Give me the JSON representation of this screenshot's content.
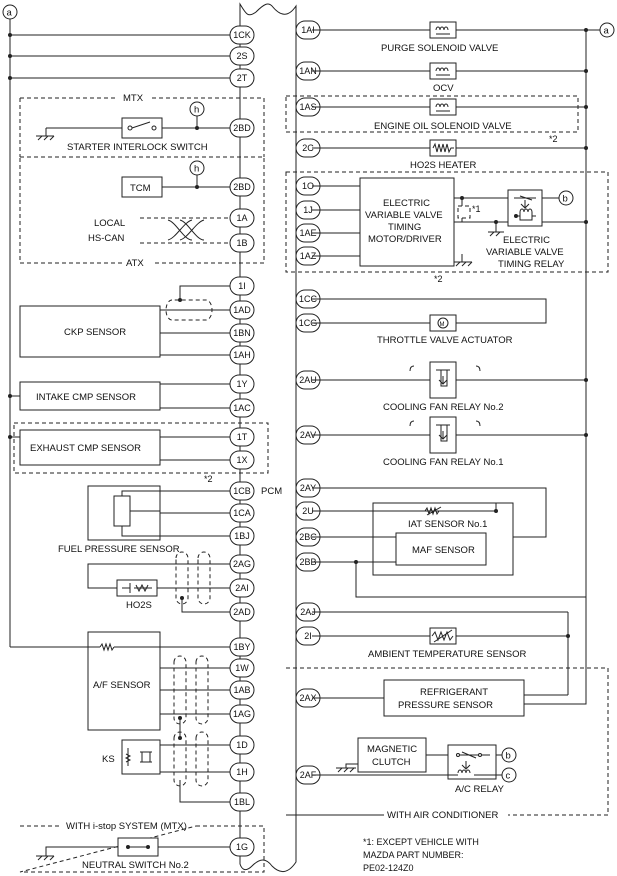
{
  "connectors": {
    "a": "a",
    "b": "b",
    "c": "c",
    "h": "h"
  },
  "pcm_label": "PCM",
  "left_pins": [
    "1CK",
    "2S",
    "2T",
    "2BD",
    "2BD",
    "1A",
    "1B",
    "1I",
    "1AD",
    "1BN",
    "1AH",
    "1Y",
    "1AC",
    "1T",
    "1X",
    "1CB",
    "1CA",
    "1BJ",
    "2AG",
    "2AI",
    "2AD",
    "1BY",
    "1W",
    "1AB",
    "1AG",
    "1D",
    "1H",
    "1BL",
    "1G"
  ],
  "right_pins": [
    "1AI",
    "1AN",
    "1AS",
    "2C",
    "1O",
    "1J",
    "1AE",
    "1AZ",
    "1CC",
    "1CG",
    "2AU",
    "2AV",
    "2AY",
    "2U",
    "2BC",
    "2BB",
    "2AJ",
    "2I",
    "2AX",
    "2AF"
  ],
  "groups": {
    "mtx": "MTX",
    "atx": "ATX",
    "istop": "WITH i-stop SYSTEM (MTX)",
    "aircon": "WITH AIR CONDITIONER"
  },
  "left_components": {
    "starter_interlock": "STARTER INTERLOCK SWITCH",
    "tcm": "TCM",
    "local": "LOCAL",
    "hscan": "HS-CAN",
    "ckp": "CKP SENSOR",
    "intake_cmp": "INTAKE CMP SENSOR",
    "exhaust_cmp": "EXHAUST CMP SENSOR",
    "fuel_pressure": "FUEL PRESSURE SENSOR",
    "ho2s": "HO2S",
    "af_sensor": "A/F SENSOR",
    "ks": "KS",
    "neutral_switch": "NEUTRAL SWITCH No.2"
  },
  "right_components": {
    "purge": "PURGE SOLENOID VALVE",
    "ocv": "OCV",
    "eosv": "ENGINE OIL SOLENOID VALVE",
    "ho2s_heater": "HO2S HEATER",
    "evvt_driver": [
      "ELECTRIC",
      "VARIABLE VALVE",
      "TIMING",
      "MOTOR/DRIVER"
    ],
    "evvt_relay": [
      "ELECTRIC",
      "VARIABLE VALVE",
      "TIMING RELAY"
    ],
    "throttle": "THROTTLE VALVE ACTUATOR",
    "fan2": "COOLING FAN RELAY No.2",
    "fan1": "COOLING FAN RELAY No.1",
    "iat": "IAT SENSOR No.1",
    "maf": "MAF SENSOR",
    "ambient": "AMBIENT TEMPERATURE SENSOR",
    "refrigerant": [
      "REFRIGERANT",
      "PRESSURE SENSOR"
    ],
    "magnetic_clutch": [
      "MAGNETIC",
      "CLUTCH"
    ],
    "ac_relay": "A/C RELAY"
  },
  "marks": {
    "star1": "*1",
    "star2": "*2"
  },
  "footnote": [
    "*1: EXCEPT VEHICLE WITH",
    "MAZDA PART NUMBER:",
    "PE02-124Z0"
  ]
}
